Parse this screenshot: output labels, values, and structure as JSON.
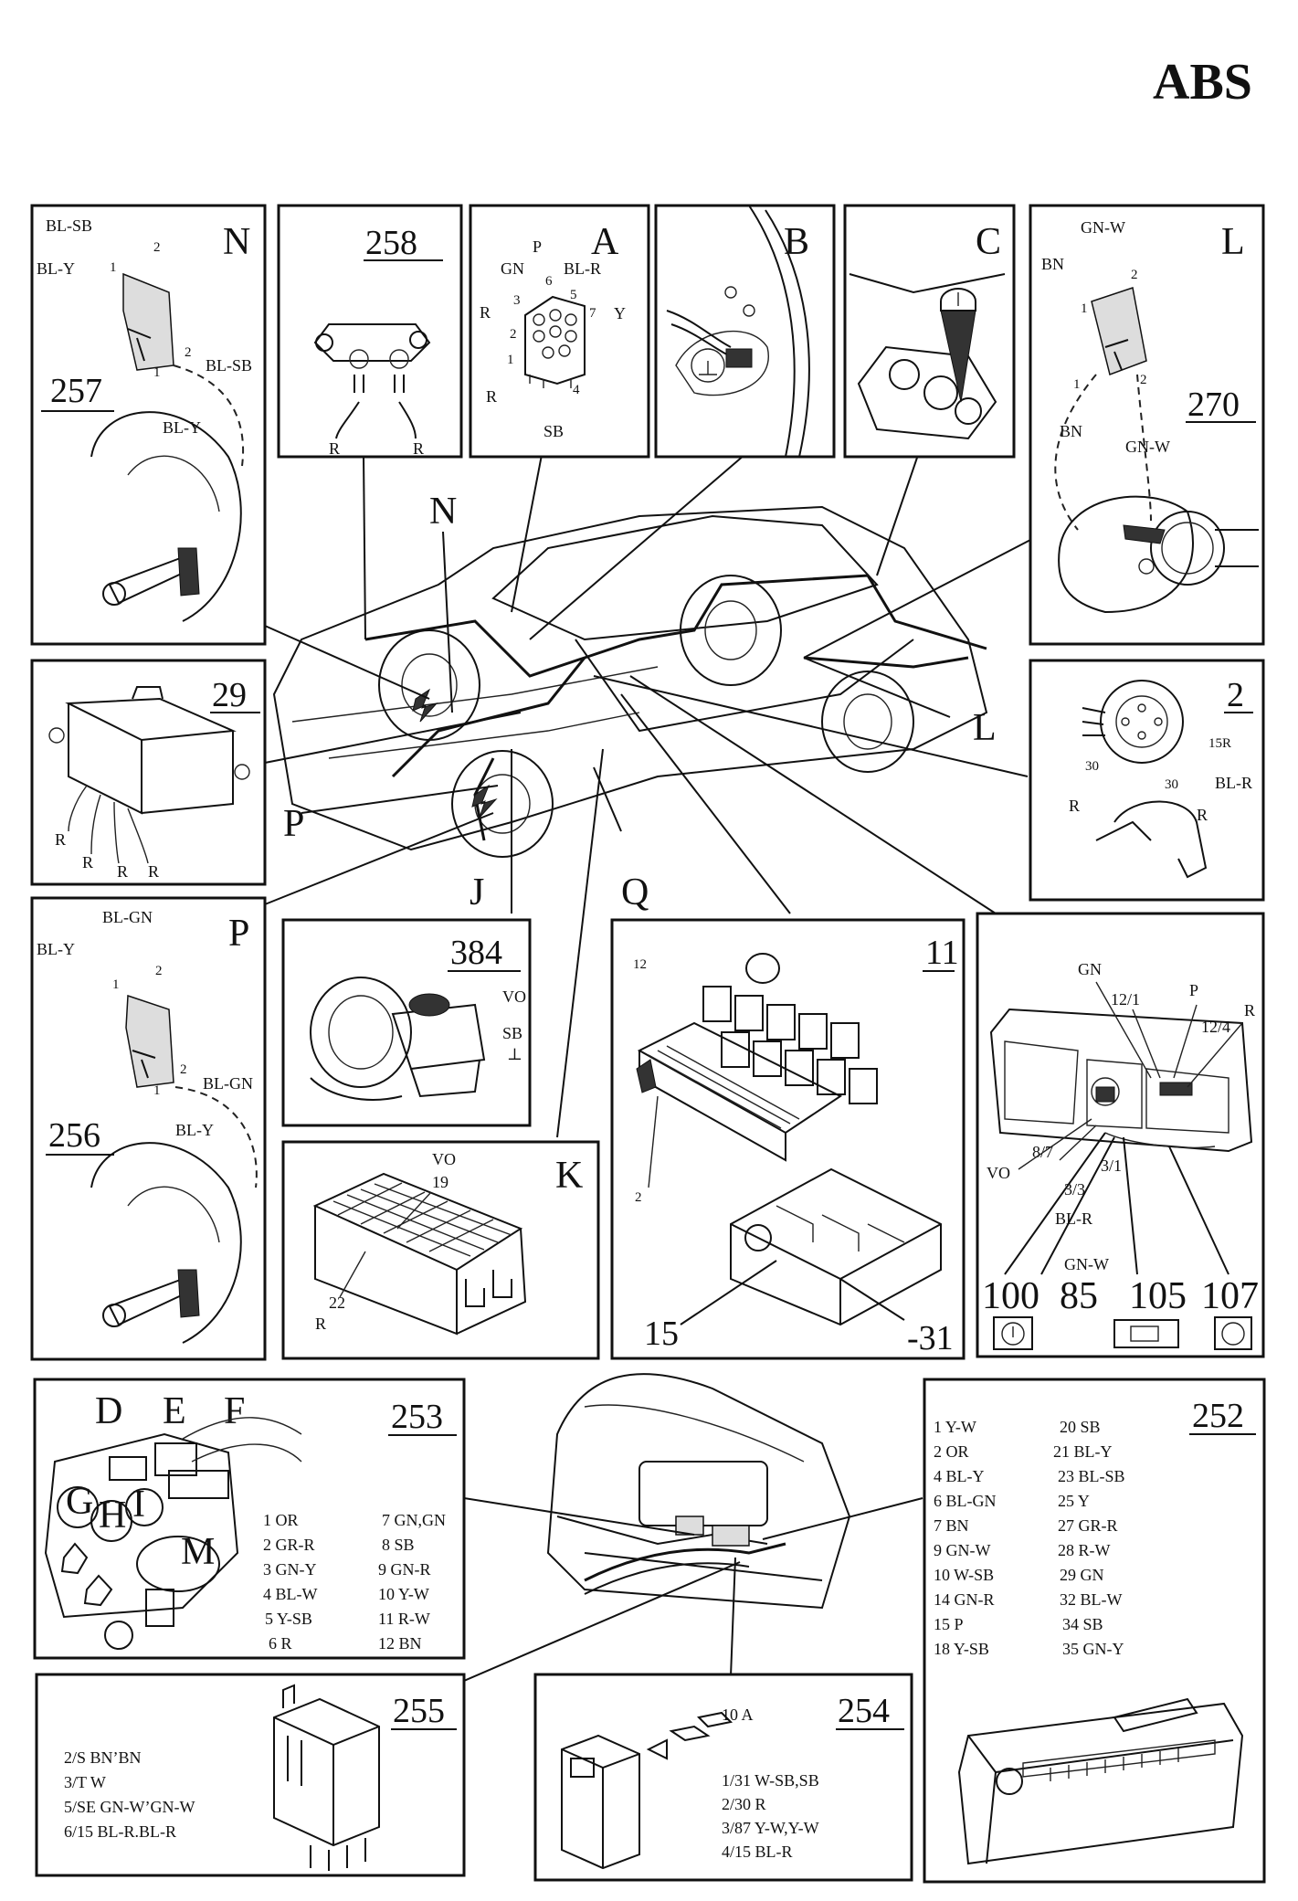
{
  "page_title": "ABS",
  "callouts": {
    "N": "N",
    "A": "A",
    "B": "B",
    "C": "C",
    "L": "L",
    "P": "P",
    "J": "J",
    "Q": "Q",
    "K": "K",
    "D": "D",
    "E": "E",
    "F": "F",
    "G": "G",
    "H": "H",
    "I": "I",
    "M": "M"
  },
  "panel_N": {
    "letter": "N",
    "number": "257",
    "labels": [
      "BL-SB",
      "BL-Y",
      "1",
      "2",
      "2",
      "BL-SB",
      "1",
      "BL-Y"
    ]
  },
  "panel_258": {
    "number": "258",
    "labels": [
      "R",
      "R"
    ]
  },
  "panel_A": {
    "letter": "A",
    "labels": [
      "P",
      "GN",
      "BL-R",
      "6",
      "5",
      "3",
      "R",
      "2",
      "7",
      "Y",
      "1",
      "4",
      "R",
      "SB"
    ]
  },
  "panel_B": {
    "letter": "B"
  },
  "panel_C": {
    "letter": "C"
  },
  "panel_L": {
    "letter": "L",
    "number": "270",
    "labels": [
      "GN-W",
      "BN",
      "1",
      "2",
      "1",
      "2",
      "BN",
      "GN-W"
    ]
  },
  "panel_29": {
    "number": "29",
    "labels": [
      "R",
      "R",
      "R",
      "R"
    ]
  },
  "panel_2": {
    "number": "2",
    "labels": [
      "15R",
      "30",
      "BL-R",
      "30",
      "R",
      "R"
    ]
  },
  "panel_P": {
    "letter": "P",
    "number": "256",
    "labels": [
      "BL-GN",
      "BL-Y",
      "1",
      "2",
      "2",
      "BL-GN",
      "1",
      "BL-Y"
    ]
  },
  "panel_384": {
    "number": "384",
    "labels": [
      "VO",
      "SB",
      "⊥"
    ]
  },
  "panel_11": {
    "number": "11",
    "labels": [
      "12",
      "2",
      "15",
      "-31"
    ]
  },
  "panel_cluster": {
    "labels": [
      "GN",
      "12/1",
      "P",
      "12/4",
      "R",
      "VO",
      "8/7",
      "3/3",
      "3/1",
      "BL-R",
      "GN-W"
    ],
    "numbers": [
      "100",
      "85",
      "105",
      "107"
    ]
  },
  "panel_K": {
    "letter": "K",
    "labels": [
      "VO",
      "19",
      "22",
      "R"
    ]
  },
  "panel_253": {
    "number": "253",
    "letters": [
      "D",
      "E",
      "F",
      "G",
      "H",
      "I",
      "M"
    ],
    "pins_left": [
      "1 OR",
      "2 GR-R",
      "3 GN-Y",
      "4 BL-W",
      "5 Y-SB",
      "6 R"
    ],
    "pins_right": [
      "7 GN,GN",
      "8 SB",
      "9 GN-R",
      "10 Y-W",
      "11 R-W",
      "12 BN"
    ]
  },
  "panel_252": {
    "number": "252",
    "pins_left": [
      "1 Y-W",
      "2 OR",
      "4 BL-Y",
      "6 BL-GN",
      "7 BN",
      "9 GN-W",
      "10 W-SB",
      "14 GN-R",
      "15 P",
      "18 Y-SB"
    ],
    "pins_right": [
      "20 SB",
      "21 BL-Y",
      "23 BL-SB",
      "25 Y",
      "27 GR-R",
      "28 R-W",
      "29 GN",
      "32 BL-W",
      "34 SB",
      "35 GN-Y"
    ]
  },
  "panel_255": {
    "number": "255",
    "pins": [
      "2/S BN’BN",
      "3/T W",
      "5/SE GN-W’GN-W",
      "6/15 BL-R.BL-R"
    ]
  },
  "panel_254": {
    "number": "254",
    "fuse": "10 A",
    "pins": [
      "1/31 W-SB,SB",
      "2/30 R",
      "3/87 Y-W,Y-W",
      "4/15 BL-R"
    ]
  }
}
